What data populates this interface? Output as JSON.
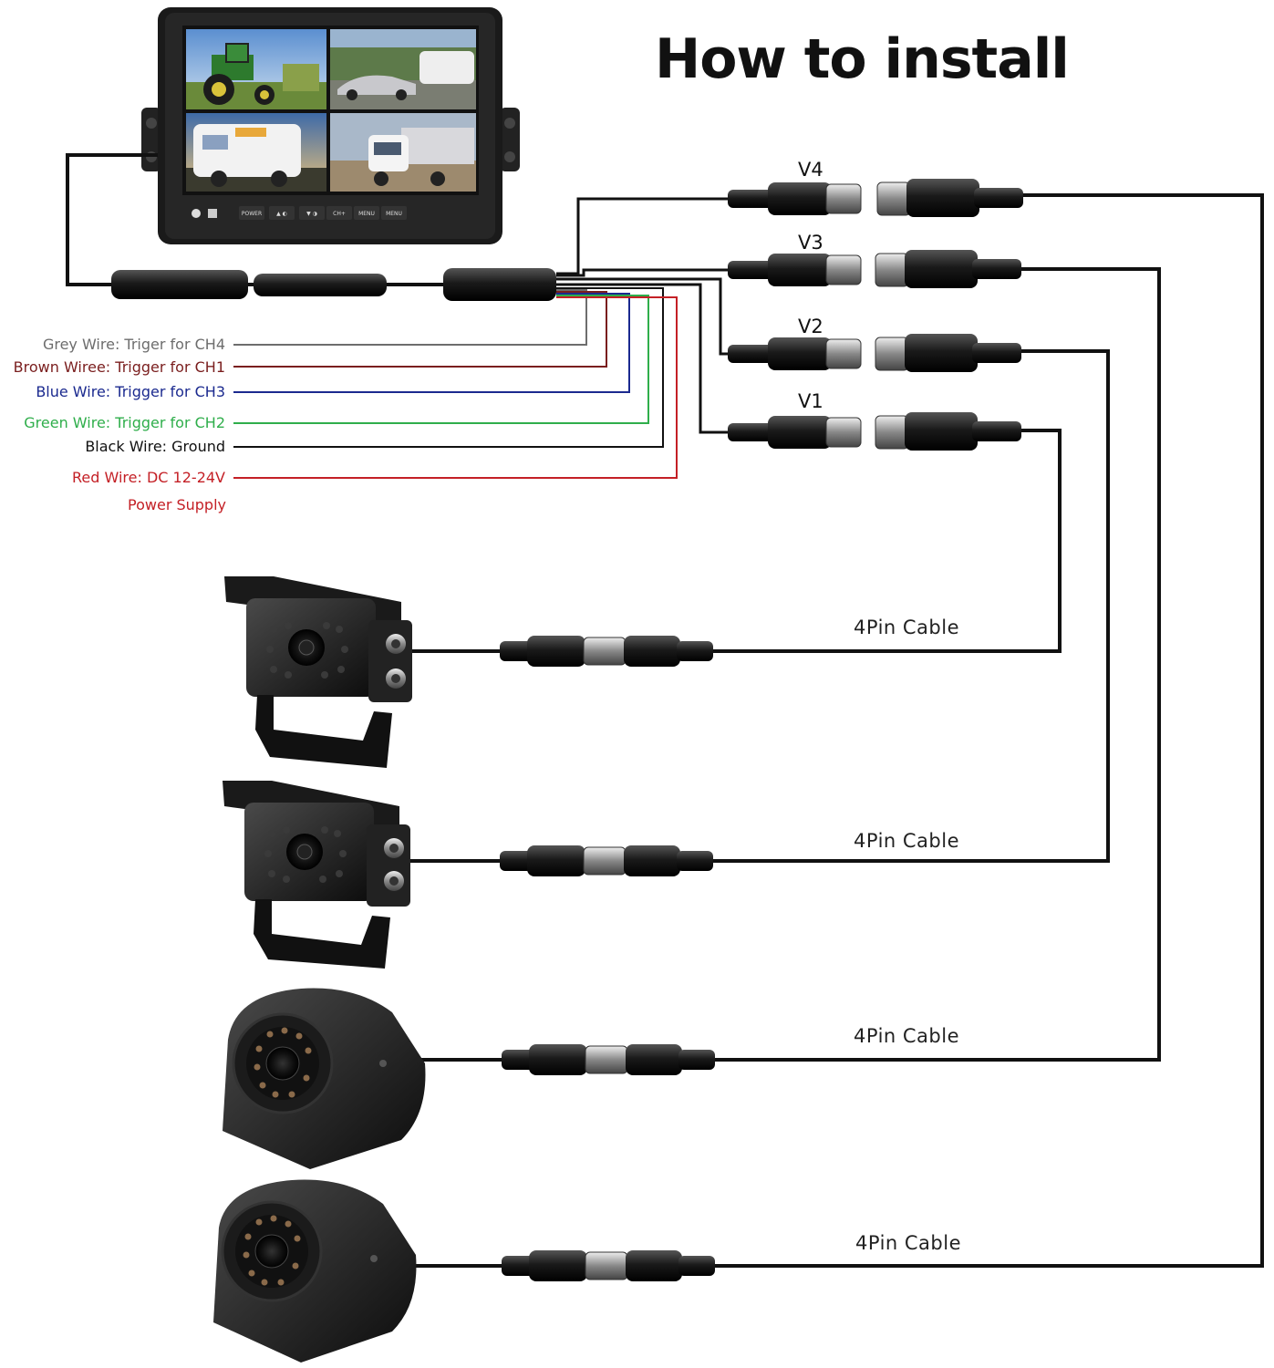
{
  "title": "How to install",
  "monitor": {
    "buttons": [
      "POWER",
      "▲ ◐",
      "▼ ◑",
      "CH+",
      "MENU",
      "MENU"
    ]
  },
  "wires": [
    {
      "label": "Grey Wire: Triger for CH4",
      "color": "#6d6d6d"
    },
    {
      "label": "Brown Wiree: Trigger for CH1",
      "color": "#7a1e1e"
    },
    {
      "label": "Blue Wire: Trigger for CH3",
      "color": "#1b2a8f"
    },
    {
      "label": "Green Wire: Trigger for CH2",
      "color": "#2fae4b"
    },
    {
      "label": "Black Wire: Ground",
      "color": "#111111"
    },
    {
      "label": "Red Wire: DC 12-24V",
      "color": "#c42026"
    }
  ],
  "power_supply_label": "Power Supply",
  "channels": [
    "V4",
    "V3",
    "V2",
    "V1"
  ],
  "cable_label": "4Pin Cable",
  "cable_labels": [
    "4Pin Cable",
    "4Pin Cable",
    "4Pin Cable",
    "4Pin Cable"
  ]
}
